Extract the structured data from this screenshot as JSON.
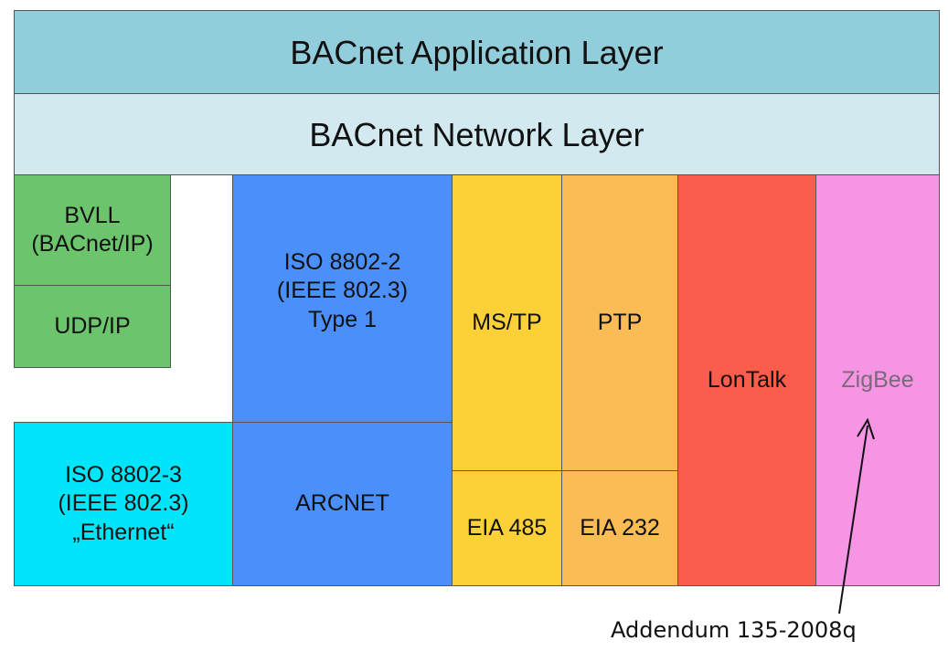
{
  "layers": {
    "application": {
      "label": "BACnet Application Layer",
      "color": "#92CDDC"
    },
    "network": {
      "label": "BACnet Network Layer",
      "color": "#D2E9F0"
    }
  },
  "blocks": {
    "bvll": {
      "label": "BVLL\n(BACnet/IP)",
      "color": "#6CC46C"
    },
    "udp_ip": {
      "label": "UDP/IP",
      "color": "#6CC46C"
    },
    "iso_8802_2": {
      "label": "ISO 8802-2\n(IEEE 802.3)\nType 1",
      "color": "#4A8FFA"
    },
    "ethernet": {
      "label": "ISO 8802-3\n(IEEE 802.3)\n„Ethernet“",
      "color": "#00E5FA"
    },
    "arcnet": {
      "label": "ARCNET",
      "color": "#4A8FFA"
    },
    "ms_tp": {
      "label": "MS/TP",
      "color": "#FCD138"
    },
    "eia_485": {
      "label": "EIA 485",
      "color": "#FCD138"
    },
    "ptp": {
      "label": "PTP",
      "color": "#FBBB55"
    },
    "eia_232": {
      "label": "EIA 232",
      "color": "#FBBB55"
    },
    "lontalk": {
      "label": "LonTalk",
      "color": "#FB5D4C"
    },
    "zigbee": {
      "label": "ZigBee",
      "color": "#F595E4",
      "text_color": "#7A6A78"
    }
  },
  "annotation": {
    "label": "Addendum 135-2008q"
  }
}
